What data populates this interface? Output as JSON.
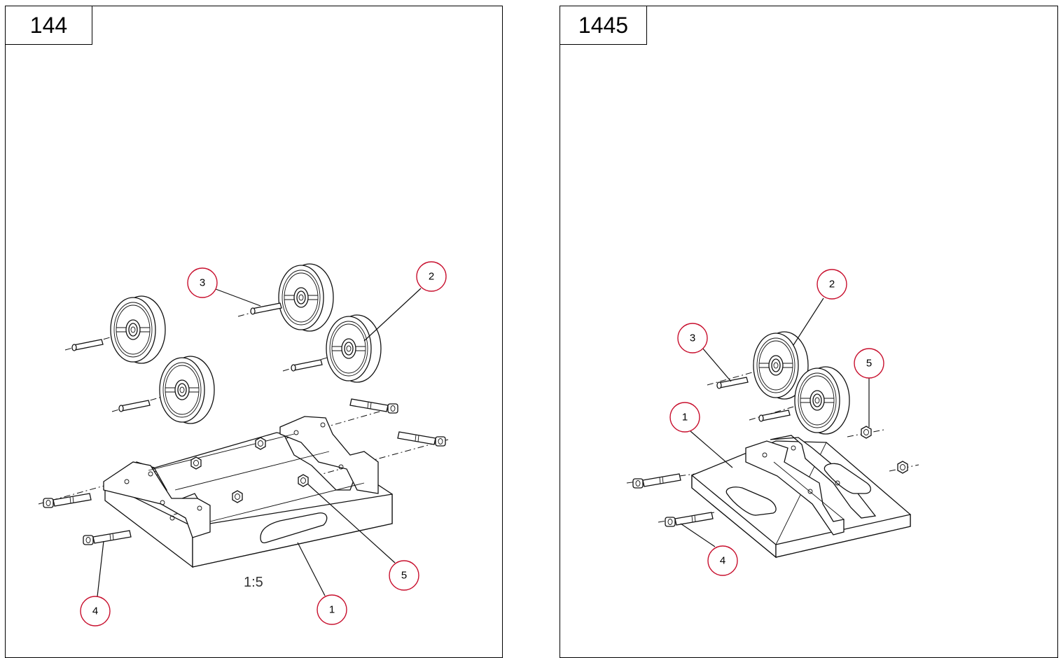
{
  "left": {
    "sheet_number": "144",
    "scale": "1:5",
    "callouts": [
      "1",
      "2",
      "3",
      "4",
      "5"
    ]
  },
  "right": {
    "sheet_number": "1445",
    "callouts": [
      "1",
      "2",
      "3",
      "4",
      "5"
    ]
  },
  "colors": {
    "callout_ring": "#c8102e",
    "line": "#111111"
  }
}
